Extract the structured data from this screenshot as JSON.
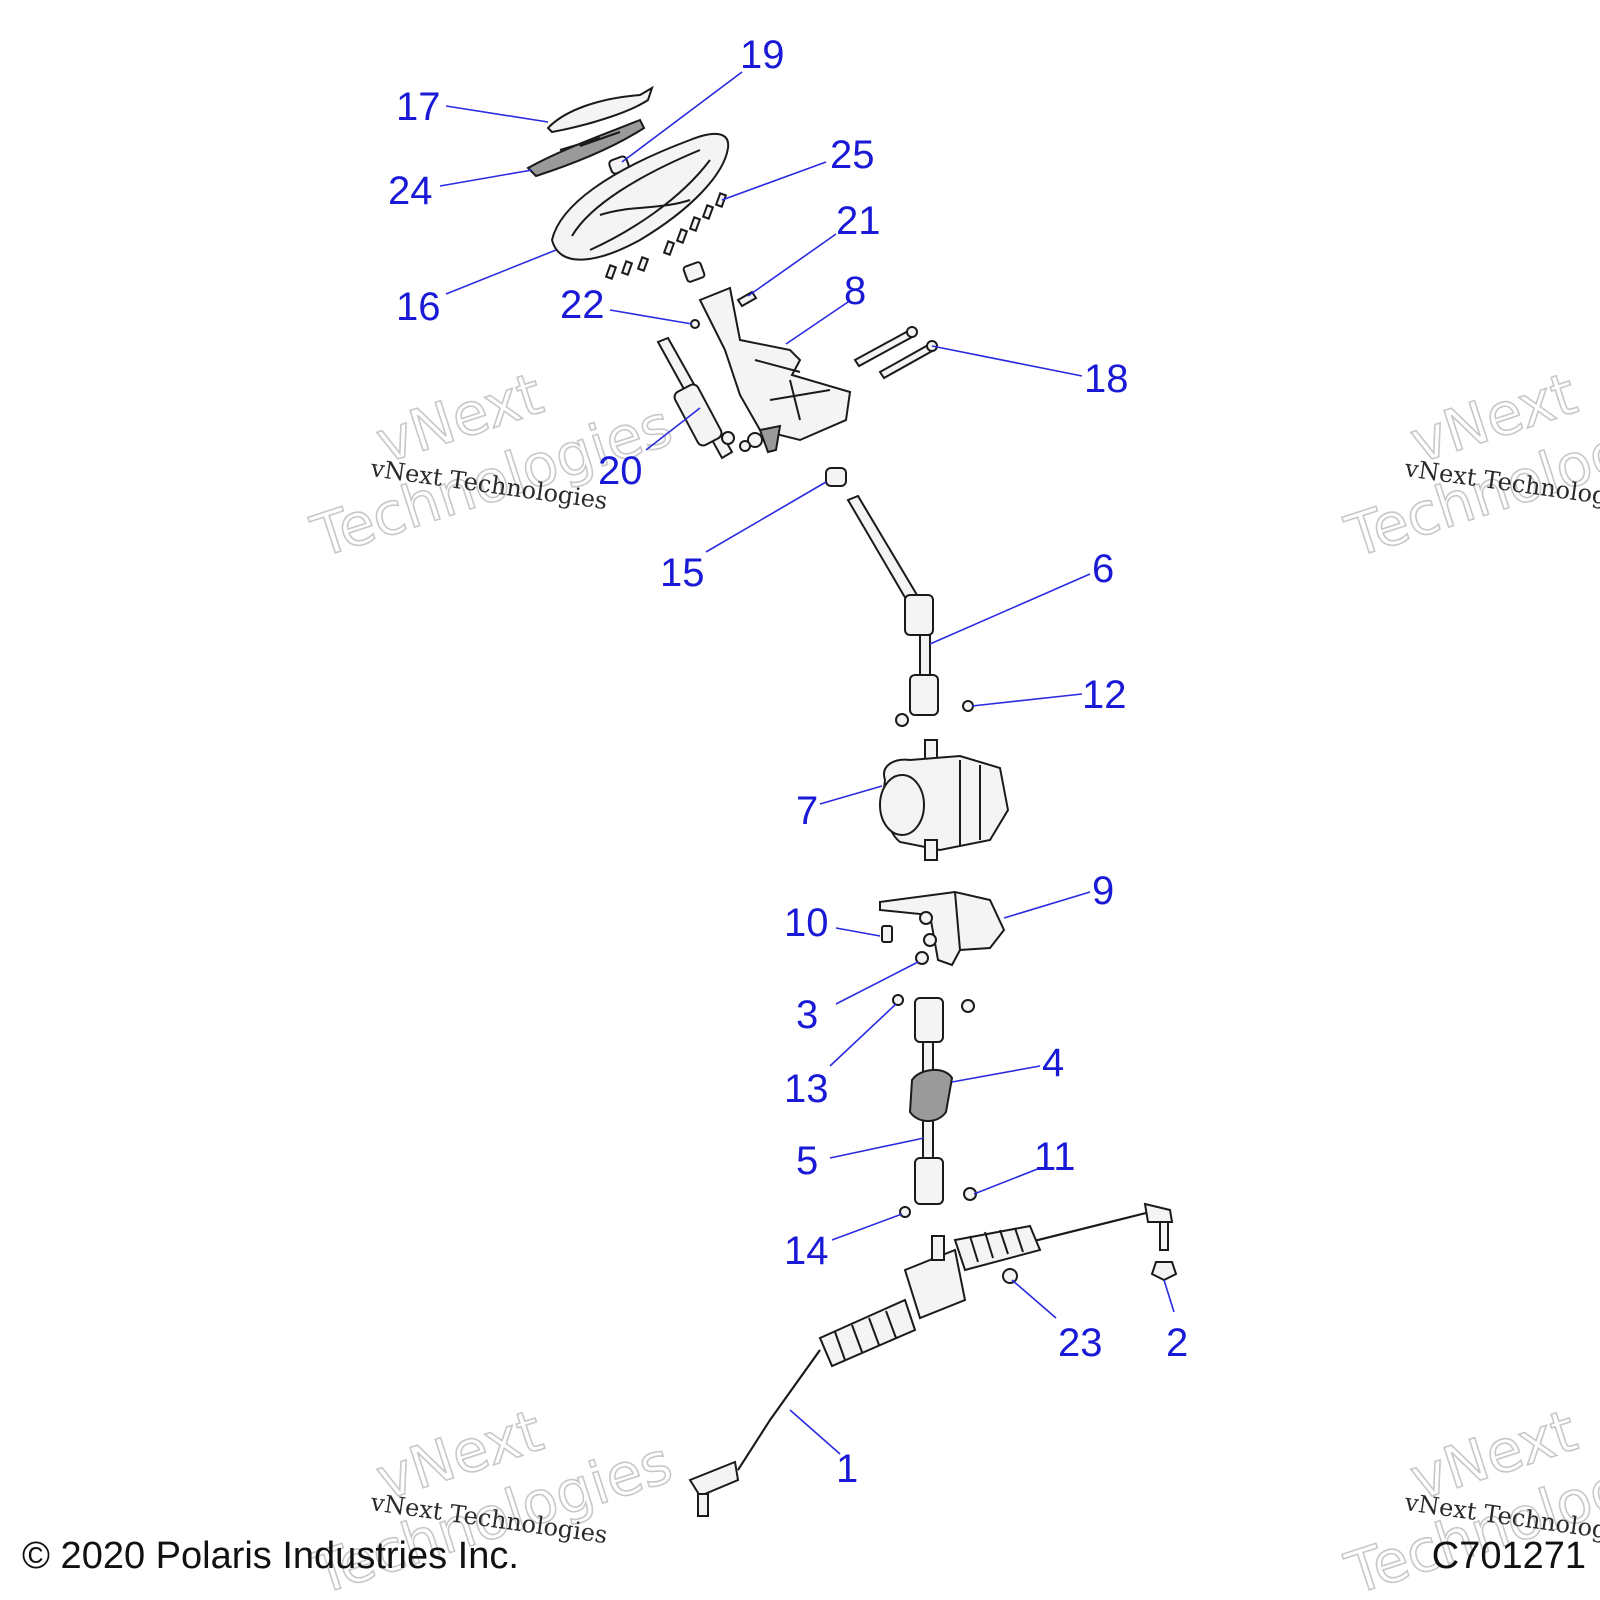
{
  "callouts": [
    {
      "id": "1",
      "label": "1"
    },
    {
      "id": "2",
      "label": "2"
    },
    {
      "id": "3",
      "label": "3"
    },
    {
      "id": "4",
      "label": "4"
    },
    {
      "id": "5",
      "label": "5"
    },
    {
      "id": "6",
      "label": "6"
    },
    {
      "id": "7",
      "label": "7"
    },
    {
      "id": "8",
      "label": "8"
    },
    {
      "id": "9",
      "label": "9"
    },
    {
      "id": "10",
      "label": "10"
    },
    {
      "id": "11",
      "label": "11"
    },
    {
      "id": "12",
      "label": "12"
    },
    {
      "id": "13",
      "label": "13"
    },
    {
      "id": "14",
      "label": "14"
    },
    {
      "id": "15",
      "label": "15"
    },
    {
      "id": "16",
      "label": "16"
    },
    {
      "id": "17",
      "label": "17"
    },
    {
      "id": "18",
      "label": "18"
    },
    {
      "id": "19",
      "label": "19"
    },
    {
      "id": "20",
      "label": "20"
    },
    {
      "id": "21",
      "label": "21"
    },
    {
      "id": "22",
      "label": "22"
    },
    {
      "id": "23",
      "label": "23"
    },
    {
      "id": "24",
      "label": "24"
    },
    {
      "id": "25",
      "label": "25"
    }
  ],
  "watermark": {
    "line_small": "vNext Technologies",
    "line_big_1": "vNext",
    "line_big_2": "Technologies"
  },
  "footer": {
    "copyright": "© 2020 Polaris Industries Inc.",
    "figure_code": "C701271"
  },
  "colors": {
    "callout": "#1a1ad6",
    "line_art": "#1a1a1a",
    "watermark": "#c8c8c8"
  }
}
